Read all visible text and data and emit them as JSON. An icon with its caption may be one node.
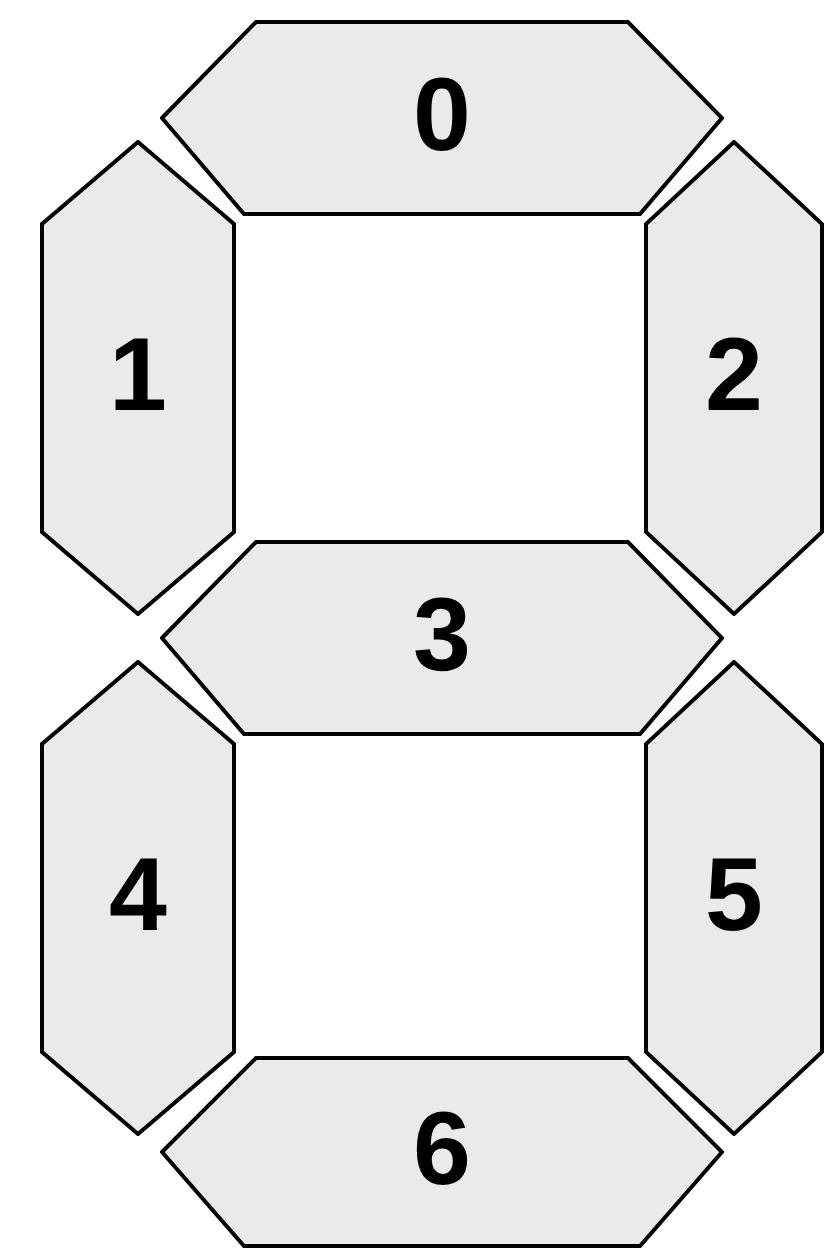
{
  "diagram": {
    "nodes": [
      {
        "text": [
          "0"
        ]
      },
      {
        "text": [
          "1"
        ]
      },
      {
        "text": [
          "2"
        ]
      },
      {
        "text": [
          "3"
        ]
      },
      {
        "text": [
          "4"
        ]
      },
      {
        "text": [
          "5"
        ]
      },
      {
        "text": [
          "6"
        ]
      }
    ]
  }
}
